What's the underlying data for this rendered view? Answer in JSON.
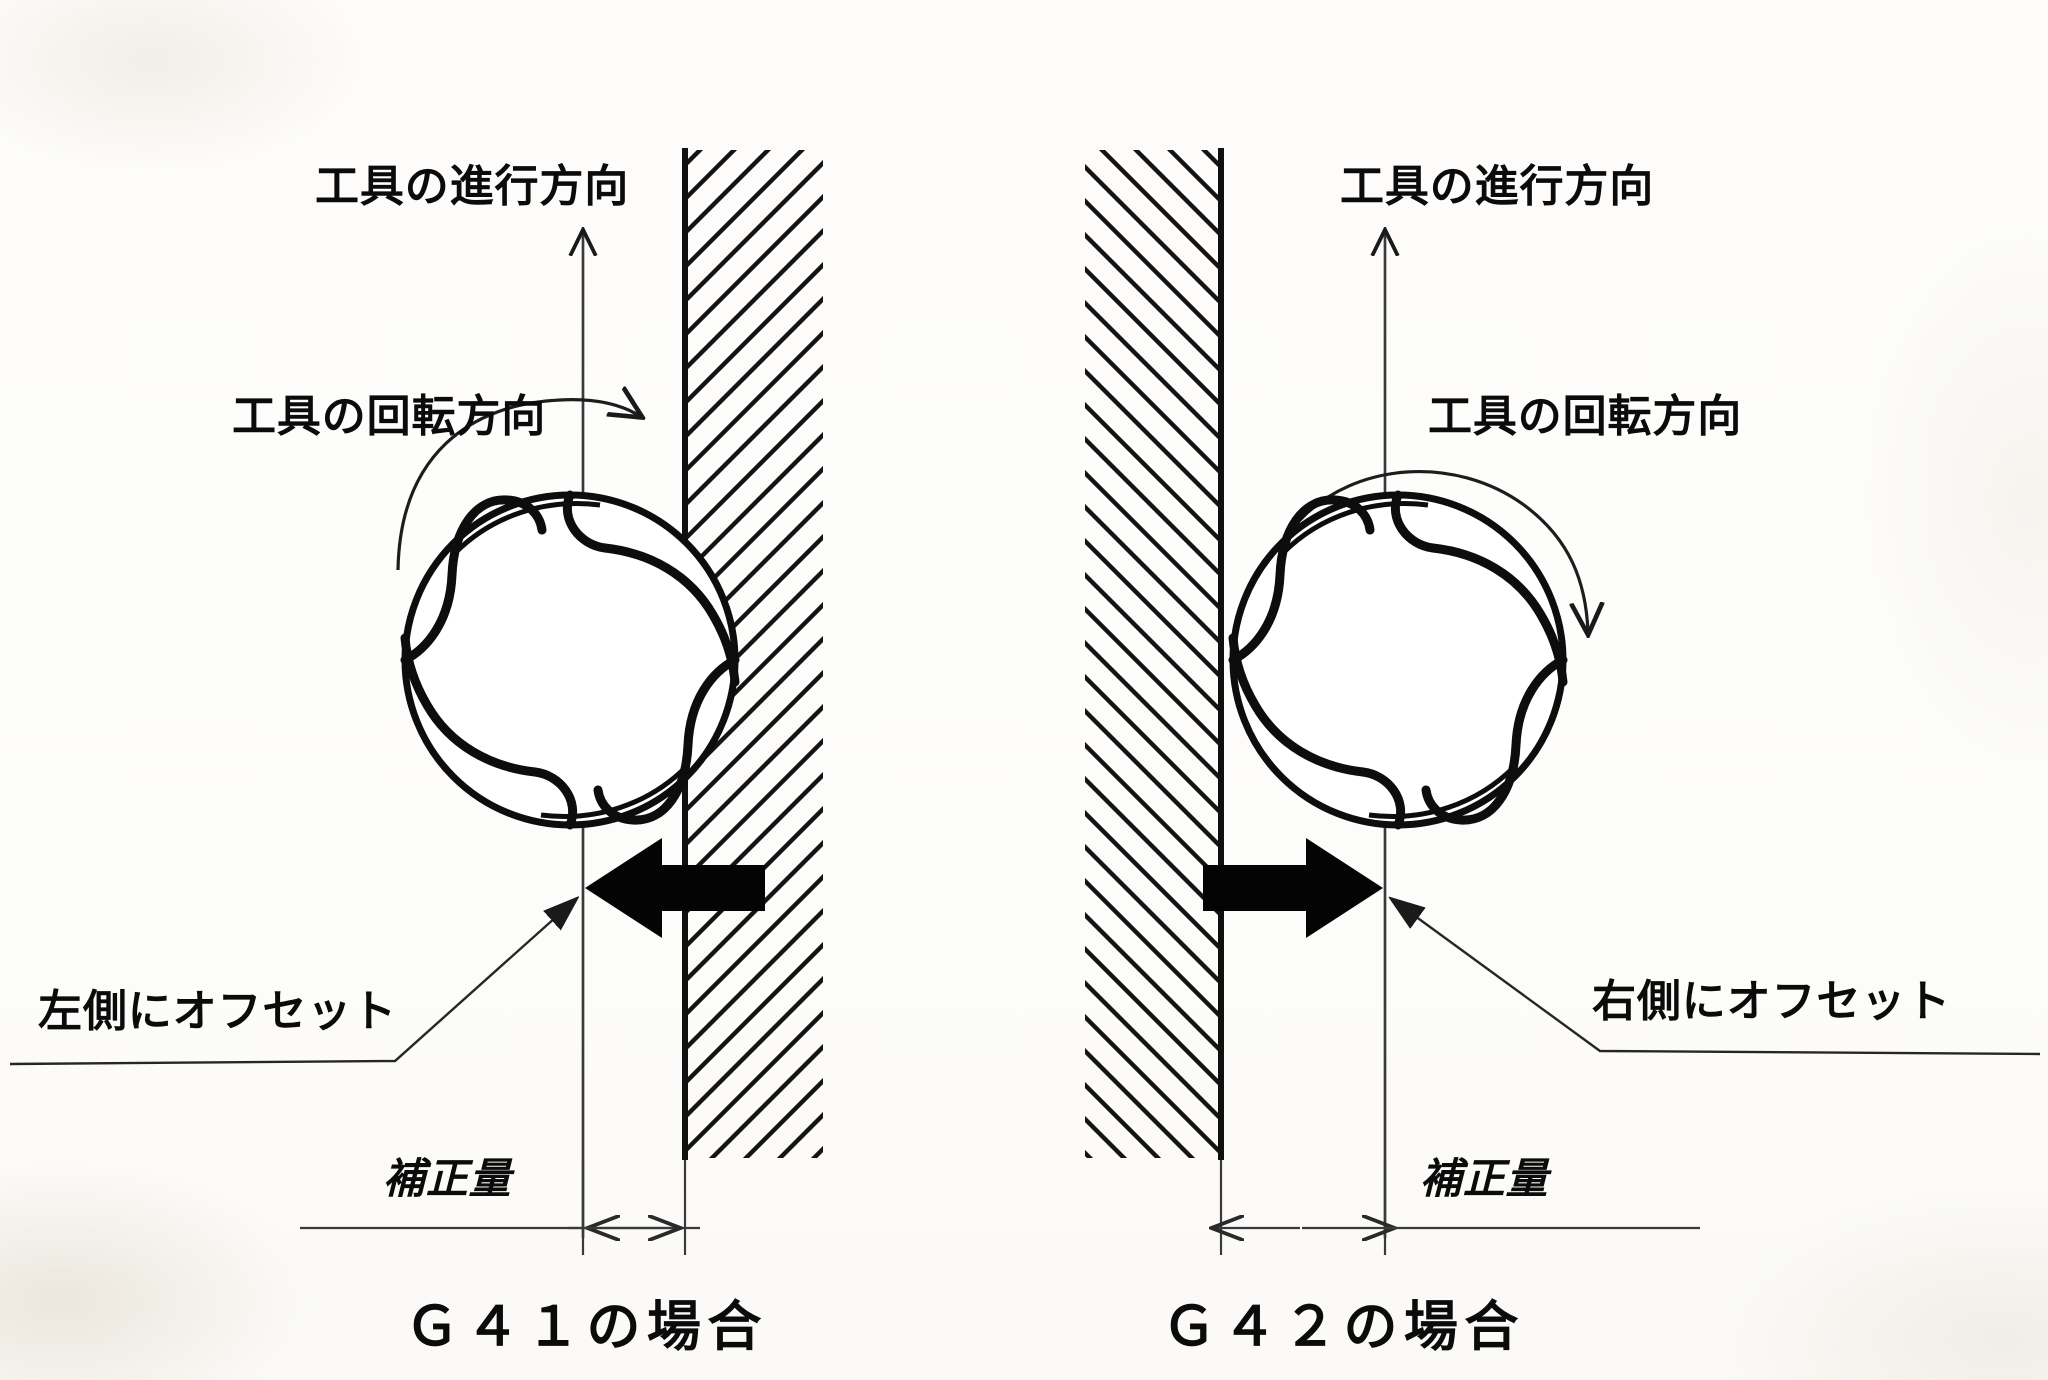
{
  "document": {
    "kind": "technical-diagram",
    "subject": "cutter-radius-compensation",
    "ink_color": "#111111",
    "paper_color": "#fdfcfa"
  },
  "panels": [
    {
      "id": "g41",
      "caption": "Ｇ４１の場合",
      "travel_label": "工具の進行方向",
      "rotation_label": "工具の回転方向",
      "offset_label": "左側にオフセット",
      "dimension_label": "補正量",
      "workpiece_side": "right",
      "offset_direction": "left",
      "rotation": "clockwise",
      "travel": "up"
    },
    {
      "id": "g42",
      "caption": "Ｇ４２の場合",
      "travel_label": "工具の進行方向",
      "rotation_label": "工具の回転方向",
      "offset_label": "右側にオフセット",
      "dimension_label": "補正量",
      "workpiece_side": "left",
      "offset_direction": "right",
      "rotation": "clockwise",
      "travel": "up"
    }
  ]
}
